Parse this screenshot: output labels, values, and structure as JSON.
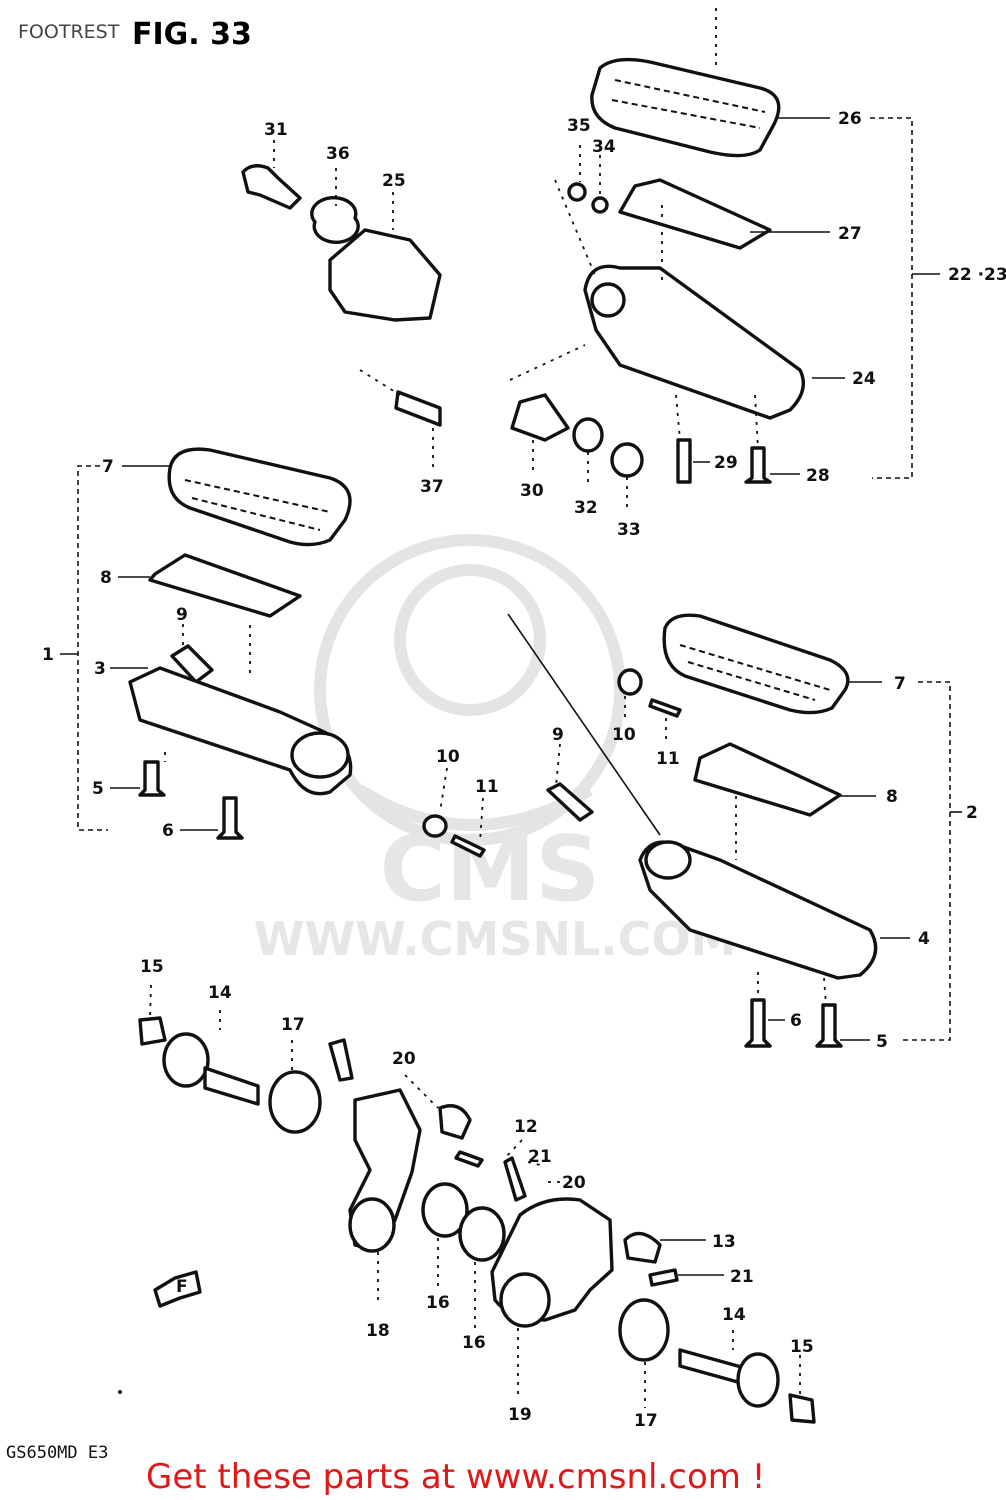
{
  "page": {
    "section_label": "FOOTREST",
    "figure_title": "FIG. 33",
    "model_code": "GS650MD E3",
    "direction_arrow_label": "F",
    "watermark_text": "WWW.CMSNL.COM",
    "watermark_logo": "CMS",
    "footer_text": "Get these parts at www.cmsnl.com !",
    "footer_color": "#e01818"
  },
  "part_labels": {
    "p1": "1",
    "p2": "2",
    "p3": "3",
    "p4": "4",
    "p5_left": "5",
    "p5_right": "5",
    "p6_left": "6",
    "p6_right": "6",
    "p7_left": "7",
    "p7_right": "7",
    "p8_left": "8",
    "p8_right": "8",
    "p9_left": "9",
    "p9_mid": "9",
    "p10_mid": "10",
    "p10_right": "10",
    "p11_mid": "11",
    "p11_right": "11",
    "p12": "12",
    "p13": "13",
    "p14_left": "14",
    "p14_right": "14",
    "p15_left": "15",
    "p15_right": "15",
    "p16_a": "16",
    "p16_b": "16",
    "p17_left": "17",
    "p17_right": "17",
    "p18": "18",
    "p19": "19",
    "p20_a": "20",
    "p20_b": "20",
    "p21_a": "21",
    "p21_b": "21",
    "p22_23": "22 ·23",
    "p24": "24",
    "p25": "25",
    "p26": "26",
    "p27": "27",
    "p28": "28",
    "p29": "29",
    "p30": "30",
    "p31": "31",
    "p32": "32",
    "p33": "33",
    "p34": "34",
    "p35": "35",
    "p36": "36",
    "p37": "37"
  }
}
